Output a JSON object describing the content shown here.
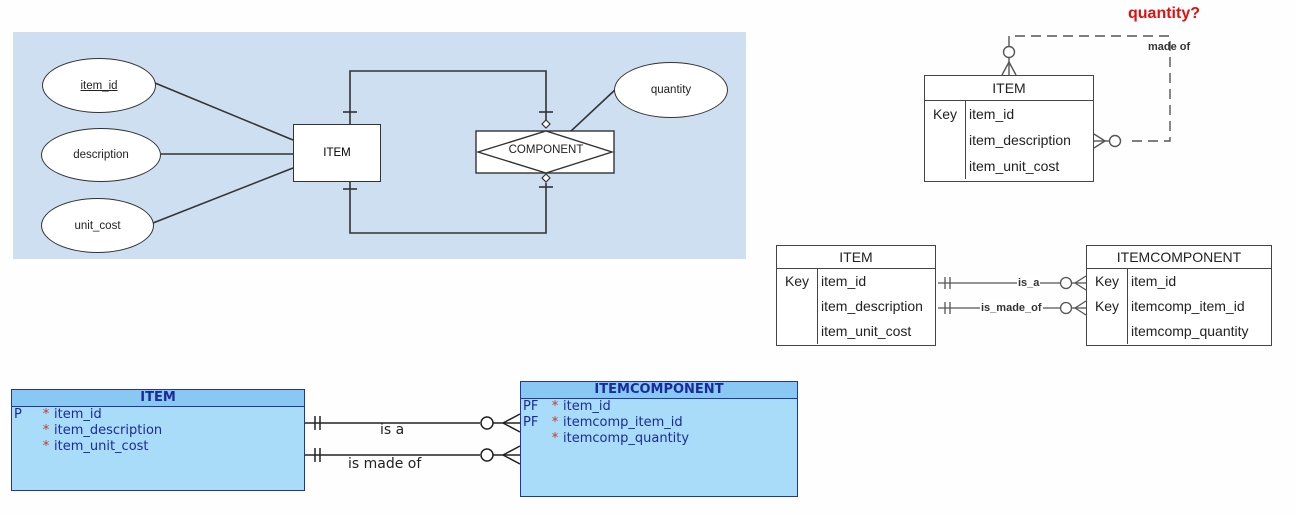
{
  "chen": {
    "attributes": [
      "item_id",
      "description",
      "unit_cost",
      "quantity"
    ],
    "entity": "ITEM",
    "relationship": "COMPONENT"
  },
  "recursive": {
    "question": "quantity?",
    "rel_label": "made of",
    "entity": "ITEM",
    "key_label": "Key",
    "fields": [
      "item_id",
      "item_description",
      "item_unit_cost"
    ]
  },
  "crow": {
    "left": {
      "title": "ITEM",
      "key_label": "Key",
      "fields": [
        "item_id",
        "item_description",
        "item_unit_cost"
      ]
    },
    "right": {
      "title": "ITEMCOMPONENT",
      "keys": [
        "Key",
        "Key",
        ""
      ],
      "fields": [
        "item_id",
        "itemcomp_item_id",
        "itemcomp_quantity"
      ]
    },
    "rel1": "is_a",
    "rel2": "is_made_of"
  },
  "oracle": {
    "left": {
      "title": "ITEM",
      "rows": [
        {
          "mark": "P",
          "star": "*",
          "name": "item_id"
        },
        {
          "mark": "",
          "star": "*",
          "name": "item_description"
        },
        {
          "mark": "",
          "star": "*",
          "name": "item_unit_cost"
        }
      ]
    },
    "right": {
      "title": "ITEMCOMPONENT",
      "rows": [
        {
          "mark": "PF",
          "star": "*",
          "name": "item_id"
        },
        {
          "mark": "PF",
          "star": "*",
          "name": "itemcomp_item_id"
        },
        {
          "mark": "",
          "star": "*",
          "name": "itemcomp_quantity"
        }
      ]
    },
    "rel1": "is a",
    "rel2": "is made of"
  },
  "colors": {
    "panel_bg": "#cddff0",
    "question": "#e01010",
    "oracle_fill": "#a9dcf8",
    "oracle_border": "#2433a8"
  }
}
